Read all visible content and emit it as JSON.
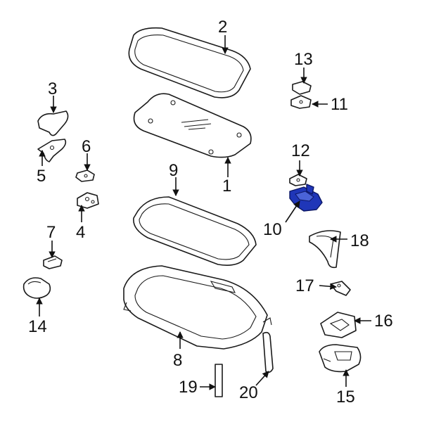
{
  "diagram": {
    "highlight_color": "#1f36b8",
    "callouts": [
      {
        "id": "1",
        "label": "1"
      },
      {
        "id": "2",
        "label": "2"
      },
      {
        "id": "3",
        "label": "3"
      },
      {
        "id": "4",
        "label": "4"
      },
      {
        "id": "5",
        "label": "5"
      },
      {
        "id": "6",
        "label": "6"
      },
      {
        "id": "7",
        "label": "7"
      },
      {
        "id": "8",
        "label": "8"
      },
      {
        "id": "9",
        "label": "9"
      },
      {
        "id": "10",
        "label": "10"
      },
      {
        "id": "11",
        "label": "11"
      },
      {
        "id": "12",
        "label": "12"
      },
      {
        "id": "13",
        "label": "13"
      },
      {
        "id": "14",
        "label": "14"
      },
      {
        "id": "15",
        "label": "15"
      },
      {
        "id": "16",
        "label": "16"
      },
      {
        "id": "17",
        "label": "17"
      },
      {
        "id": "18",
        "label": "18"
      },
      {
        "id": "19",
        "label": "19"
      },
      {
        "id": "20",
        "label": "20"
      }
    ]
  }
}
